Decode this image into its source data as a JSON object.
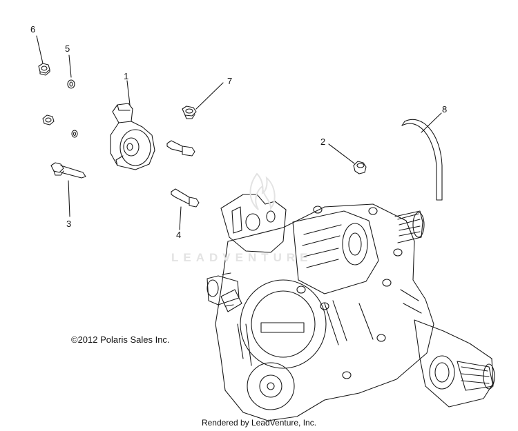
{
  "callouts": {
    "c1": "1",
    "c2": "2",
    "c3": "3",
    "c4": "4",
    "c5": "5",
    "c6": "6",
    "c7": "7",
    "c8": "8"
  },
  "copyright": "©2012 Polaris Sales Inc.",
  "rendered_by": "Rendered by LeadVenture, Inc.",
  "watermark": "LEADVENTURE",
  "colors": {
    "line": "#1a1a1a",
    "watermark": "#e3e3e3"
  }
}
